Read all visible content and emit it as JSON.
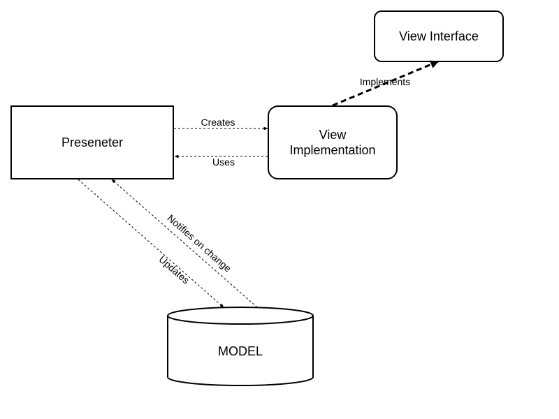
{
  "nodes": {
    "presenter": "Preseneter",
    "view_interface": "View Interface",
    "view_implementation": [
      "View",
      "Implementation"
    ],
    "model": "MODEL"
  },
  "edges": {
    "creates": "Creates",
    "uses": "Uses",
    "implements": "Implements",
    "notifies_on_change": "Notifies on change",
    "updates": "Updates"
  }
}
